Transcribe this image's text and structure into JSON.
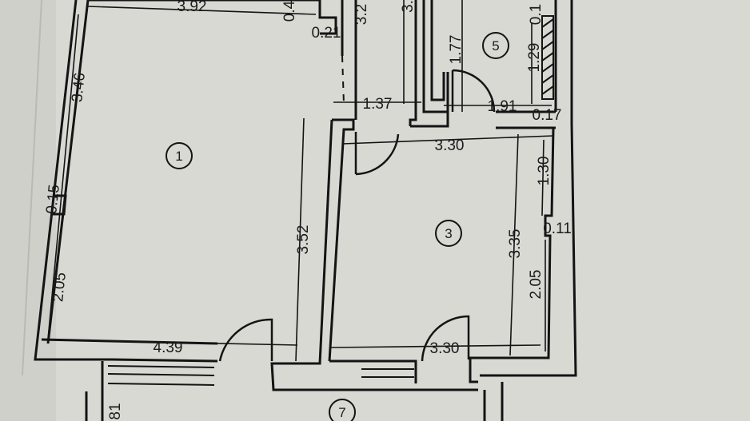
{
  "rooms": [
    {
      "id": "room-1",
      "number": "1"
    },
    {
      "id": "room-3",
      "number": "3"
    },
    {
      "id": "room-5",
      "number": "5"
    },
    {
      "id": "room-7",
      "number": "7"
    }
  ],
  "dimensions": {
    "top_width": "3.92",
    "top_small": "0.4",
    "nib_small": "0.21",
    "corridor_top": "3.2",
    "corridor_top_right": "3.",
    "left_upper": "3.46",
    "left_offset": "0.15",
    "left_lower": "2.05",
    "room1_bottom": "4.39",
    "room1_height": "3.52",
    "corridor_width": "1.37",
    "room5_height": "1.77",
    "room5_right_height": "1.29",
    "room5_right_top": "0.1",
    "room5_width": "1.91",
    "room5_offset": "0.17",
    "room3_top": "3.30",
    "room3_upper_right": "1.30",
    "room3_height": "3.35",
    "room3_right_offset": "0.11",
    "room3_lower_right": "2.05",
    "room3_bottom": "3.30",
    "bottom_left": "81"
  }
}
